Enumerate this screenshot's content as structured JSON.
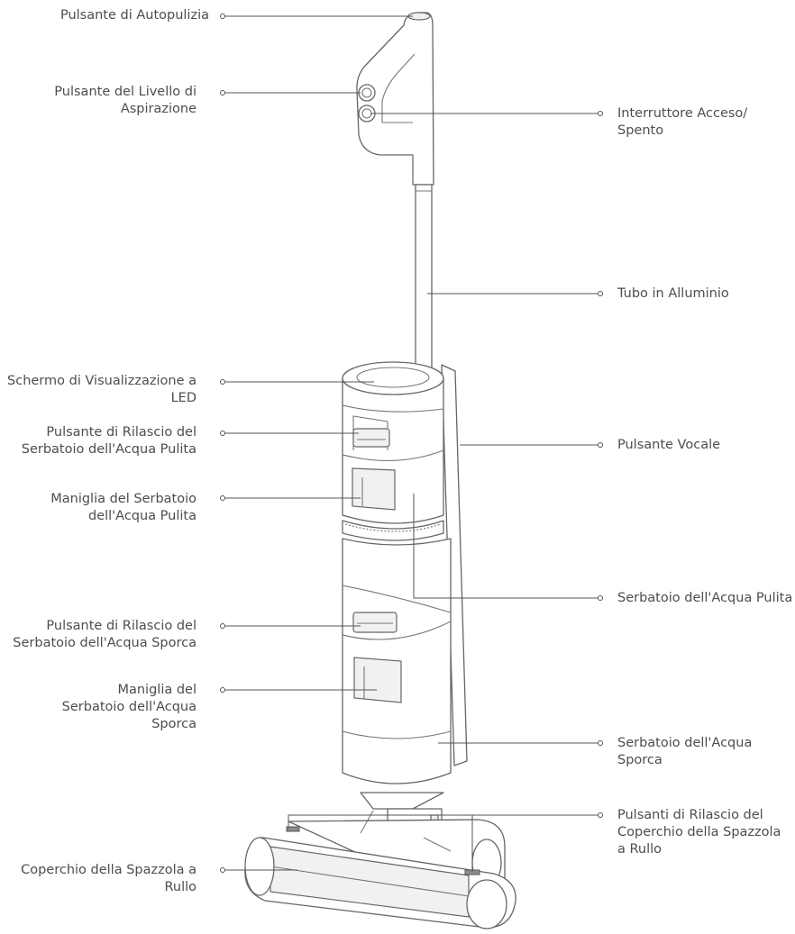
{
  "labels": {
    "self_clean_button": "Pulsante di Autopulizia",
    "suction_level_button": "Pulsante del Livello di Aspirazione",
    "power_switch": "Interruttore Acceso/ Spento",
    "aluminum_tube": "Tubo in Alluminio",
    "led_display": "Schermo di Visualizzazione a LED",
    "voice_button": "Pulsante Vocale",
    "clean_tank_release_button": "Pulsante di Rilascio del Serbatoio dell'Acqua Pulita",
    "clean_tank_handle": "Maniglia del Serbatoio dell'Acqua Pulita",
    "clean_water_tank": "Serbatoio dell'Acqua Pulita",
    "dirty_tank_release_button": "Pulsante di Rilascio del Serbatoio dell'Acqua Sporca",
    "dirty_tank_handle": "Maniglia del Serbatoio dell'Acqua Sporca",
    "dirty_water_tank": "Serbatoio dell'Acqua Sporca",
    "roller_cover_release_buttons": "Pulsanti di Rilascio del Coperchio della Spazzola a Rullo",
    "roller_brush_cover": "Coperchio della Spazzola a Rullo"
  }
}
